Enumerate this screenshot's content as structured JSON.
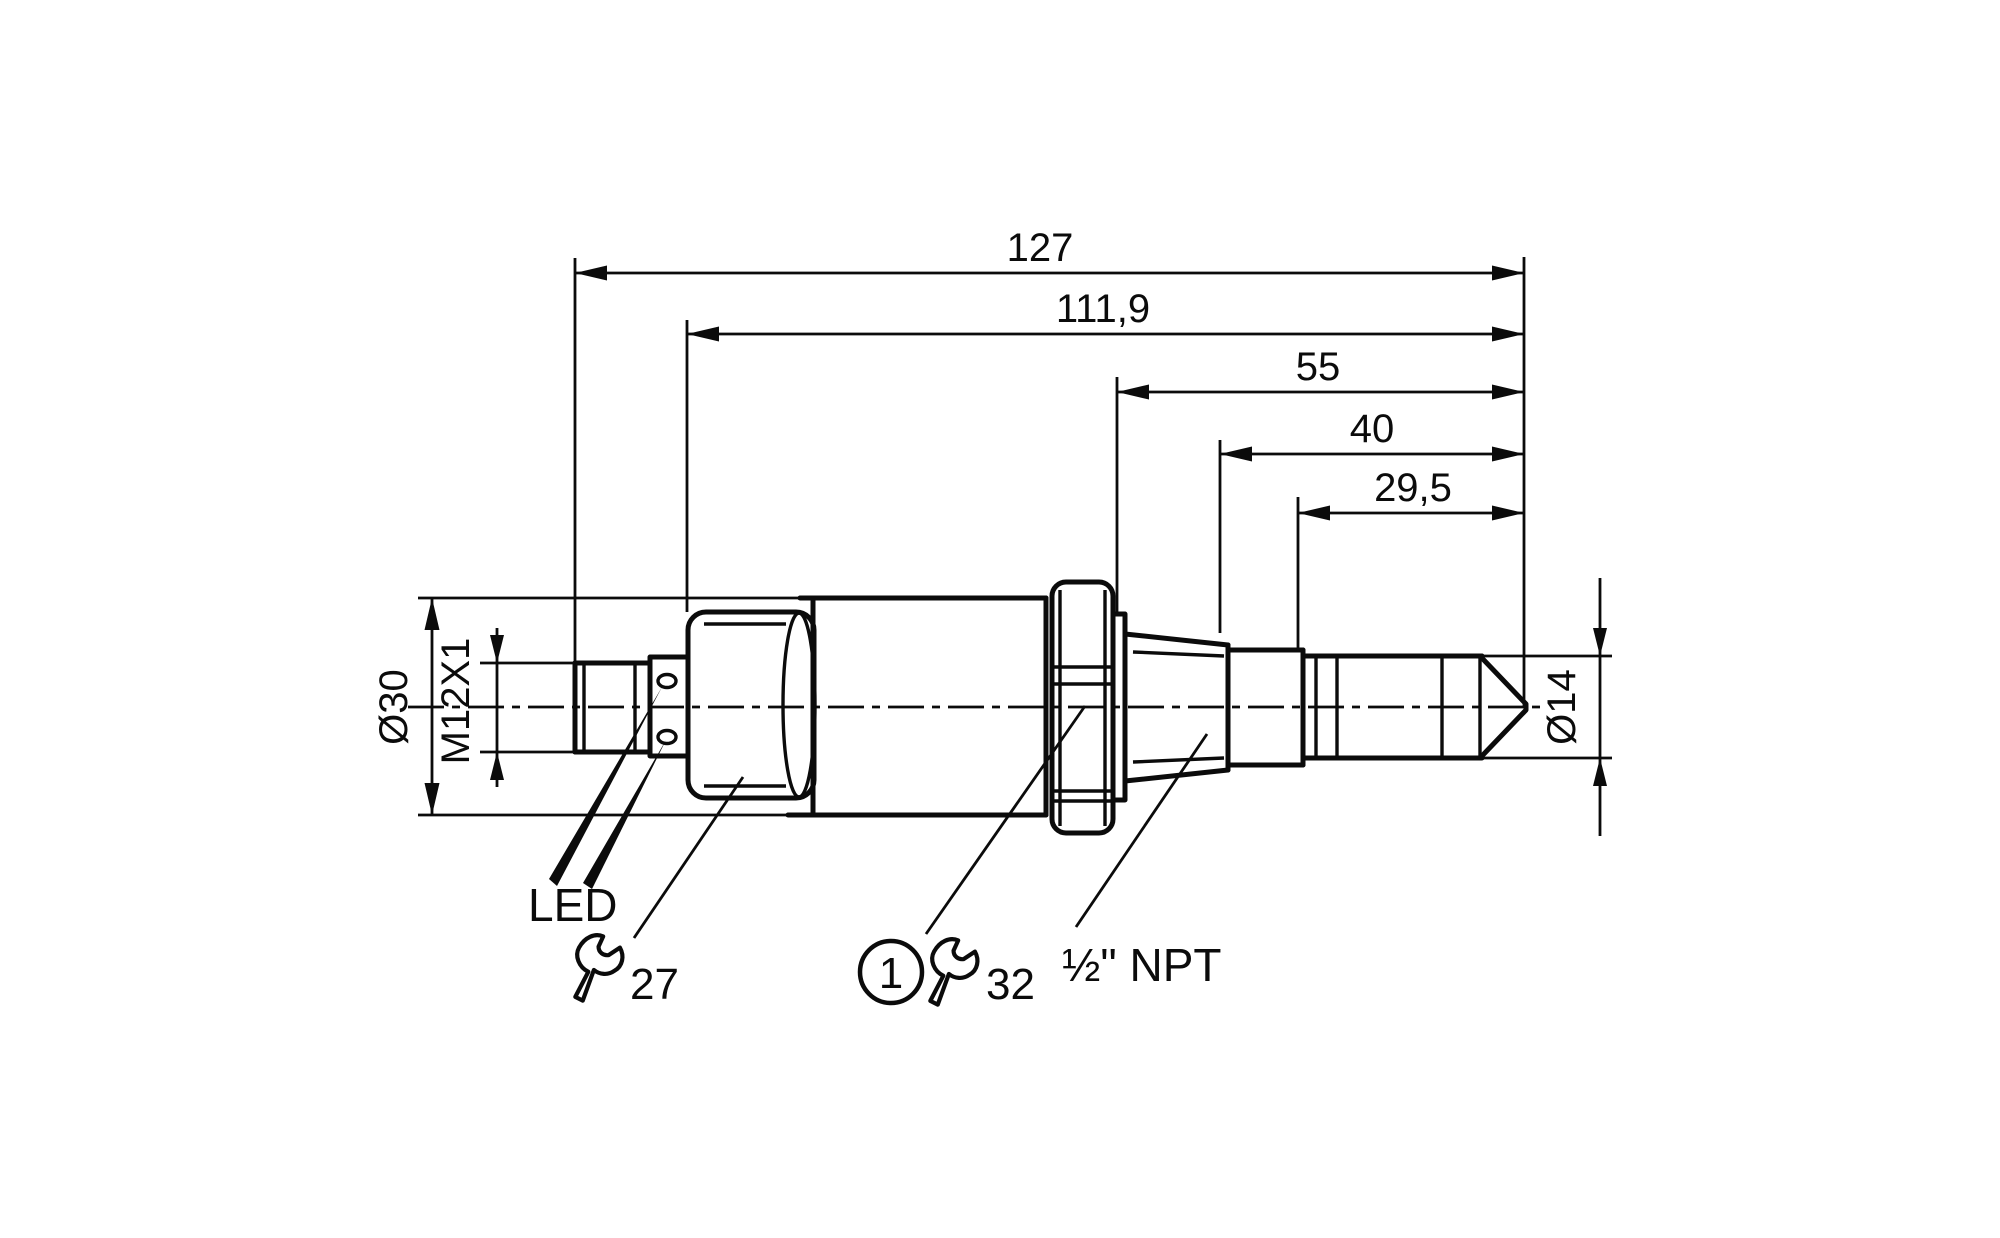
{
  "page": {
    "background": "#ffffff",
    "line_color": "#0b0b0b"
  },
  "dimensions": {
    "total_length": "127",
    "length_from_housing_nut": "111,9",
    "thread_start_to_tip": "55",
    "thread_end_to_tip": "40",
    "probe_length": "29,5",
    "housing_diameter": "Ø30",
    "connector_thread": "M12X1",
    "probe_diameter": "Ø14"
  },
  "labels": {
    "led": "LED",
    "housing_wrench_size": "27",
    "process_wrench_size": "32",
    "note_number": "1",
    "process_connection": "½\" NPT"
  }
}
